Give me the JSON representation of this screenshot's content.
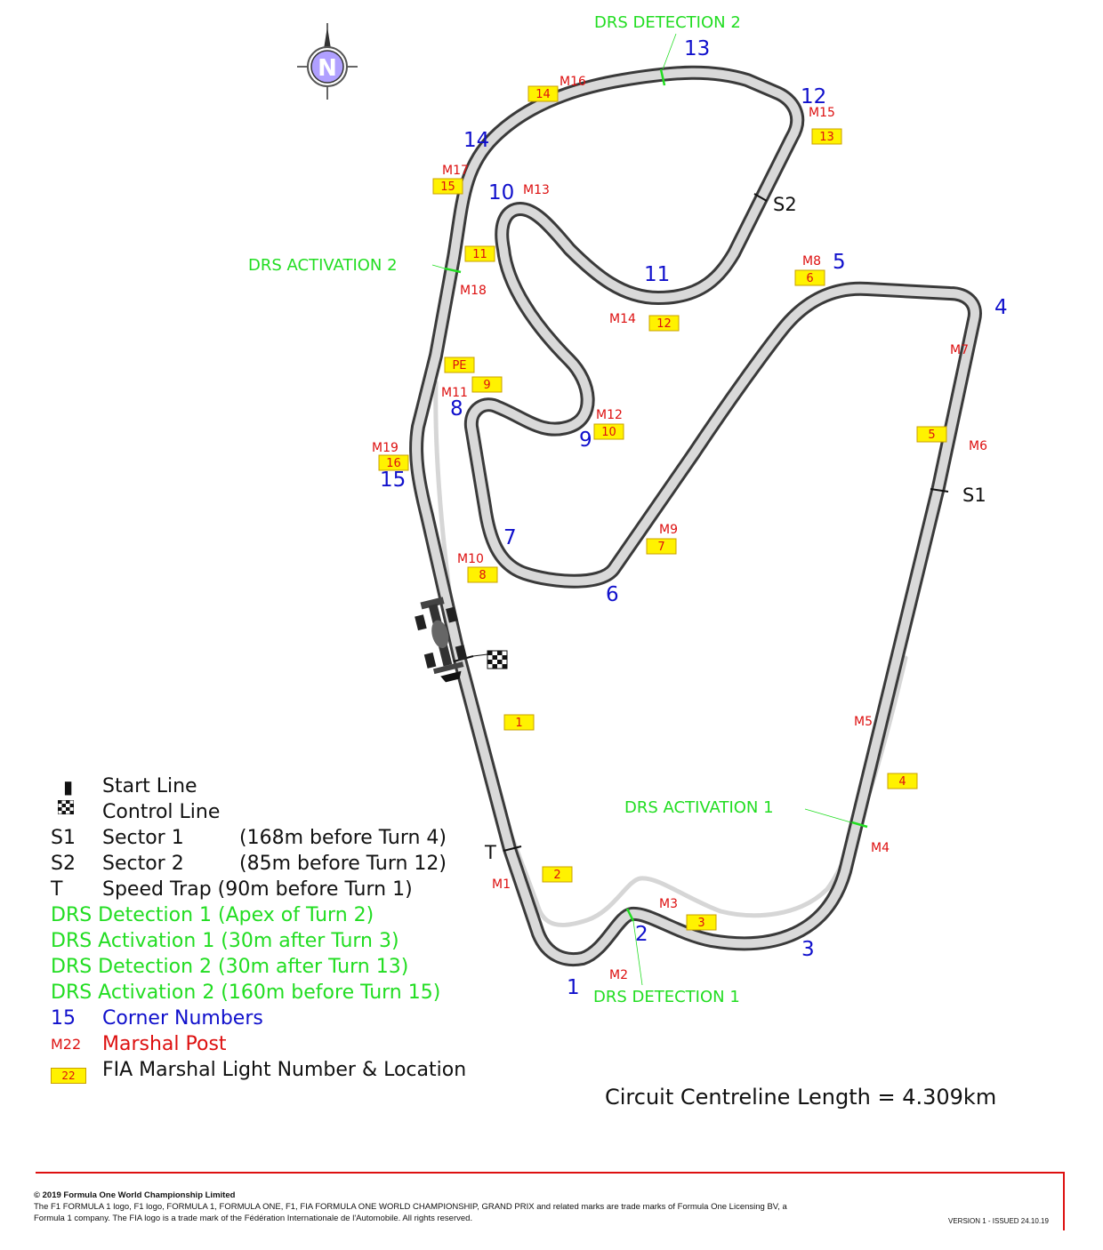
{
  "compass": {
    "letter": "N"
  },
  "corners": [
    "1",
    "2",
    "3",
    "4",
    "5",
    "6",
    "7",
    "8",
    "9",
    "10",
    "11",
    "12",
    "13",
    "14",
    "15"
  ],
  "marshal_posts": [
    "M1",
    "M2",
    "M3",
    "M4",
    "M5",
    "M6",
    "M7",
    "M8",
    "M9",
    "M10",
    "M11",
    "M12",
    "M13",
    "M14",
    "M15",
    "M16",
    "M17",
    "M18",
    "M19"
  ],
  "lights": [
    "1",
    "2",
    "3",
    "4",
    "5",
    "6",
    "7",
    "8",
    "9",
    "10",
    "11",
    "12",
    "13",
    "14",
    "15",
    "16",
    "PE"
  ],
  "sectors": {
    "s1": "S1",
    "s2": "S2",
    "t": "T"
  },
  "drs_labels": {
    "detection1": "DRS DETECTION 1",
    "activation1": "DRS ACTIVATION 1",
    "detection2": "DRS DETECTION 2",
    "activation2": "DRS ACTIVATION 2"
  },
  "legend": {
    "start_line": "Start Line",
    "control_line": "Control Line",
    "s1_key": "S1",
    "s1_text": "Sector 1",
    "s1_extra": "(168m before Turn 4)",
    "s2_key": "S2",
    "s2_text": "Sector 2",
    "s2_extra": "(85m before Turn 12)",
    "t_key": "T",
    "t_text": "Speed Trap (90m before Turn 1)",
    "drs_det1": "DRS Detection 1 (Apex of Turn 2)",
    "drs_act1": "DRS Activation 1 (30m after Turn 3)",
    "drs_det2": "DRS Detection 2 (30m after Turn 13)",
    "drs_act2": "DRS Activation 2 (160m before Turn 15)",
    "corner_key": "15",
    "corner_text": "Corner Numbers",
    "marshal_key": "M22",
    "marshal_text": "Marshal Post",
    "light_key": "22",
    "light_text": "FIA Marshal Light Number & Location"
  },
  "length_text": "Circuit Centreline Length = 4.309km",
  "footer": {
    "copyright": "© 2019 Formula One World Championship Limited",
    "line1": "The F1 FORMULA 1 logo, F1 logo, FORMULA 1, FORMULA ONE, F1, FIA FORMULA ONE WORLD CHAMPIONSHIP, GRAND PRIX and related marks are trade marks of Formula One Licensing BV, a",
    "line2": "Formula 1 company. The FIA logo is a trade mark of the Fédération Internationale de l'Automobile. All rights reserved.",
    "version": "VERSION 1 - ISSUED 24.10.19"
  }
}
